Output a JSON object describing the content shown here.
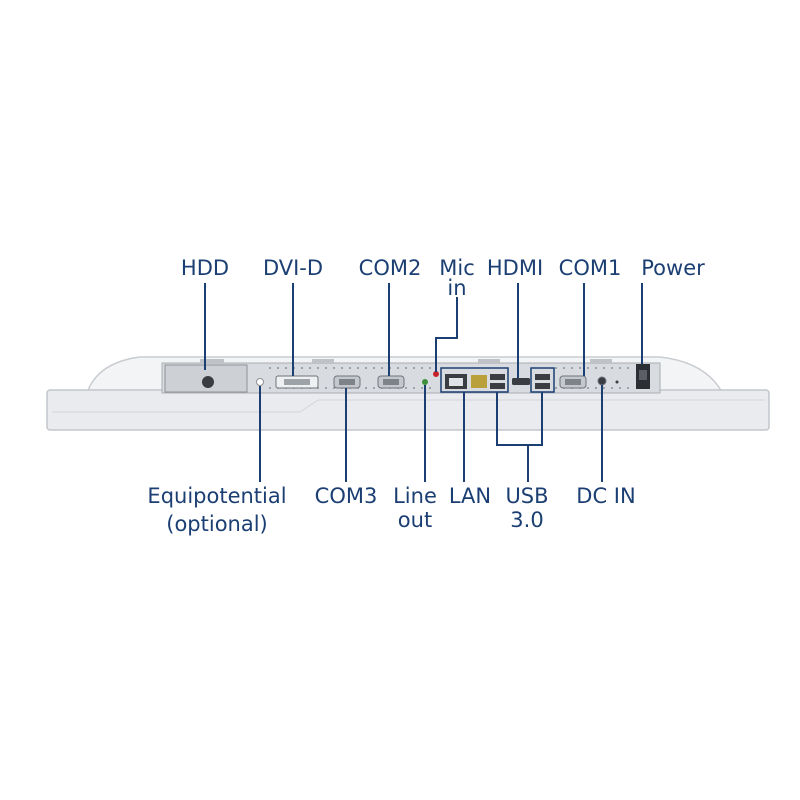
{
  "colors": {
    "label": "#1c3f73",
    "leader": "#1c3f73",
    "chassis": "#e9ebee",
    "chassis_edge": "#c3c7cc",
    "io_panel": "#d8dbdf",
    "port_dark": "#3a3d42",
    "lan_jack": "#b9a03b",
    "red_jack": "#c8202a",
    "green_jack": "#3d8f3a"
  },
  "top_labels": {
    "hdd": "HDD",
    "dvi_d": "DVI-D",
    "com2": "COM2",
    "mic_in_line1": "Mic",
    "mic_in_line2": "in",
    "hdmi": "HDMI",
    "com1": "COM1",
    "power": "Power"
  },
  "bottom_labels": {
    "equipotential_line1": "Equipotential",
    "equipotential_line2": "(optional)",
    "com3": "COM3",
    "line_out_line1": "Line",
    "line_out_line2": "out",
    "lan": "LAN",
    "usb_line1": "USB",
    "usb_line2": "3.0",
    "dc_in": "DC IN"
  }
}
